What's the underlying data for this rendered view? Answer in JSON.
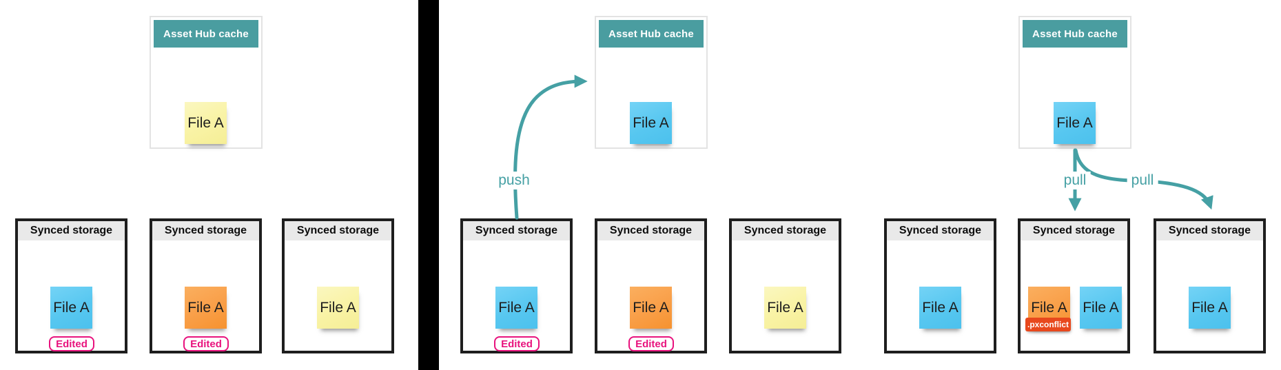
{
  "colors": {
    "teal_header": "#4a9da0",
    "arrow_teal": "#45a0a4",
    "edited_pink": "#e8127d",
    "conflict_red": "#e8481d",
    "sticky_blue": "#5bc9f1",
    "sticky_orange": "#f9a04a",
    "sticky_yellow": "#f9f3a6",
    "storage_header_bg": "#e9e9e9",
    "storage_border": "#1e1e1e"
  },
  "panels": [
    {
      "cache": {
        "title": "Asset Hub cache",
        "sticky": {
          "label": "File A",
          "color": "yellow"
        }
      },
      "storages": [
        {
          "title": "Synced storage",
          "stickies": [
            {
              "label": "File A",
              "color": "blue"
            }
          ],
          "badge": "Edited"
        },
        {
          "title": "Synced storage",
          "stickies": [
            {
              "label": "File A",
              "color": "orange"
            }
          ],
          "badge": "Edited"
        },
        {
          "title": "Synced storage",
          "stickies": [
            {
              "label": "File A",
              "color": "yellow"
            }
          ]
        }
      ],
      "arrows": []
    },
    {
      "cache": {
        "title": "Asset Hub cache",
        "sticky": {
          "label": "File A",
          "color": "blue"
        }
      },
      "storages": [
        {
          "title": "Synced storage",
          "stickies": [
            {
              "label": "File A",
              "color": "blue"
            }
          ],
          "badge": "Edited"
        },
        {
          "title": "Synced storage",
          "stickies": [
            {
              "label": "File A",
              "color": "orange"
            }
          ],
          "badge": "Edited"
        },
        {
          "title": "Synced storage",
          "stickies": [
            {
              "label": "File A",
              "color": "yellow"
            }
          ]
        }
      ],
      "arrows": [
        {
          "label": "push",
          "from": "storage-1",
          "to": "cache"
        }
      ]
    },
    {
      "cache": {
        "title": "Asset Hub cache",
        "sticky": {
          "label": "File A",
          "color": "blue"
        }
      },
      "storages": [
        {
          "title": "Synced storage",
          "stickies": [
            {
              "label": "File A",
              "color": "blue"
            }
          ]
        },
        {
          "title": "Synced storage",
          "stickies": [
            {
              "label": "File A",
              "color": "orange",
              "tag": ".pxconflict"
            },
            {
              "label": "File A",
              "color": "blue"
            }
          ]
        },
        {
          "title": "Synced storage",
          "stickies": [
            {
              "label": "File A",
              "color": "blue"
            }
          ]
        }
      ],
      "arrows": [
        {
          "label": "pull",
          "from": "cache",
          "to": "storage-2"
        },
        {
          "label": "pull",
          "from": "cache",
          "to": "storage-3"
        }
      ]
    }
  ]
}
